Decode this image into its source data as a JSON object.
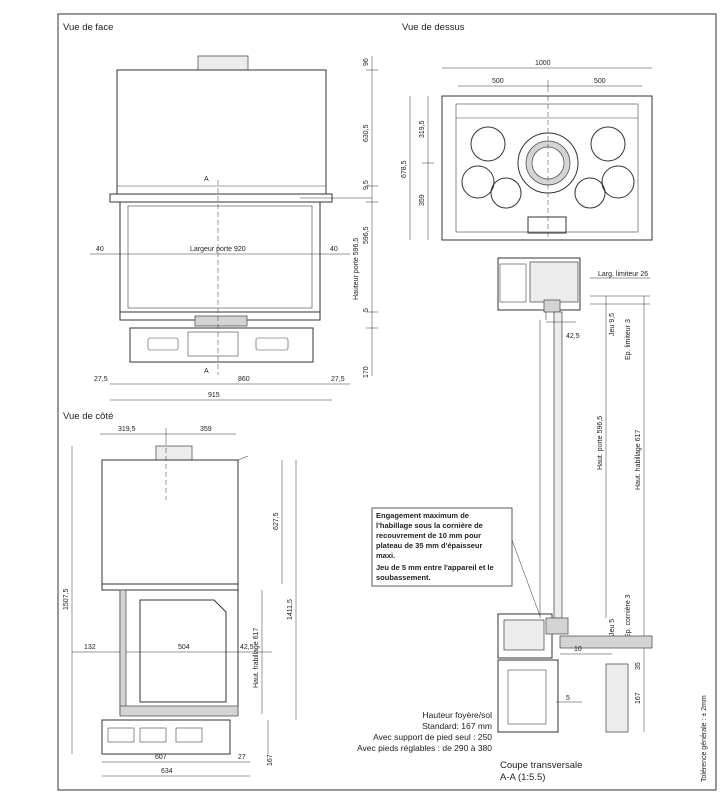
{
  "views": {
    "front": {
      "title": "Vue de face",
      "dims": {
        "d96": "96",
        "d6305": "630,5",
        "d95": "9,5",
        "d5965": "596,5",
        "d5": "5",
        "d170": "170",
        "d40l": "40",
        "d40r": "40",
        "d275l": "27,5",
        "d860": "860",
        "d275r": "27,5",
        "d915": "915"
      },
      "section_mark_top": "A",
      "section_mark_bottom": "A",
      "door_width_label": "Largeur porte  920",
      "door_height_label": "Hauteur porte  596,5"
    },
    "top": {
      "title": "Vue de dessus",
      "dims": {
        "d1000": "1000",
        "d500a": "500",
        "d500b": "500",
        "d3195": "319,5",
        "d6785": "678,5",
        "d359": "359"
      }
    },
    "side": {
      "title": "Vue de côté",
      "dims": {
        "d3195": "319,5",
        "d359": "359",
        "d15075": "1507,5",
        "d6275": "627,5",
        "d14115": "1411,5",
        "d132": "132",
        "d504": "504",
        "d425": "42,5",
        "d607": "607",
        "d634": "634",
        "d27": "27",
        "d167": "167"
      },
      "hood_height_label": "Haut. habillage  617"
    },
    "section": {
      "labels": {
        "limiteur": "Larg. limiteur 26",
        "jeu95": "Jeu  9,5",
        "ep_limiteur": "Ep. limiteur  3",
        "d425": "42,5",
        "haut_porte": "Haut. porte  596,5",
        "haut_habillage": "Haut. habillage  617",
        "jeu5": "Jeu  5",
        "ep_corniere": "Ep. cornière  3",
        "d10": "10",
        "d35": "35",
        "d167": "167",
        "d5": "5",
        "tolerance": "Tolérence générale : ± 2mm"
      },
      "note": [
        "Engagement maximum de",
        "l'habillage sous la cornière de",
        "recouvrement de 10 mm  pour",
        "plateau de 35 mm d'épaisseur",
        "maxi.",
        "Jeu de 5 mm entre l'appareil et le",
        "soubassement."
      ],
      "foyer_height": [
        "Hauteur foyère/sol",
        "Standard: 167 mm",
        "Avec support de pied seul : 250",
        "Avec pieds réglables : de 290 à 380"
      ],
      "caption": [
        "Coupe transversale",
        "A-A (1:5.5)"
      ]
    }
  }
}
